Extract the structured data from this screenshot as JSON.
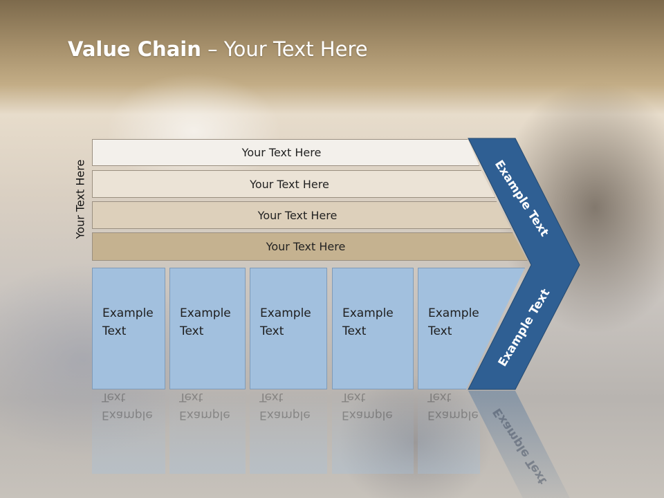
{
  "title": {
    "bold": "Value Chain",
    "rest": " – Your Text Here"
  },
  "side_label": "Your Text Here",
  "bands": [
    "Your Text Here",
    "Your Text Here",
    "Your Text Here",
    "Your Text Here"
  ],
  "boxes": [
    {
      "line1": "Example",
      "line2": "Text"
    },
    {
      "line1": "Example",
      "line2": "Text"
    },
    {
      "line1": "Example",
      "line2": "Text"
    },
    {
      "line1": "Example",
      "line2": "Text"
    },
    {
      "line1": "Example",
      "line2": "Text"
    }
  ],
  "chevron": {
    "upper_label": "Example Text",
    "lower_label": "Example Text"
  },
  "colors": {
    "chevron": "#2f5f93",
    "boxes": "#a2c0de",
    "band_dark": "#c5b290",
    "band_light": "#f3f0eb"
  }
}
